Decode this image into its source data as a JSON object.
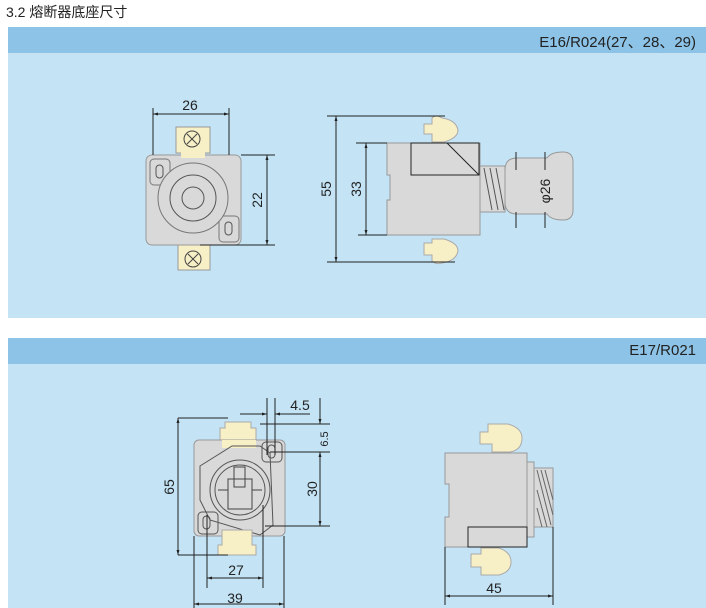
{
  "section_title": "3.2 熔断器底座尺寸",
  "colors": {
    "header_bar": "#8cc3e6",
    "panel": "#c4e4f6",
    "body": "#d9d9d9",
    "terminal": "#f7efc6"
  },
  "sections": [
    {
      "model": "E16/R024(27、28、29)",
      "dimensions": {
        "width": "26",
        "height": "22",
        "total_height": "55",
        "body_height": "33",
        "cap_diameter": "φ26"
      }
    },
    {
      "model": "E17/R021",
      "dimensions": {
        "total_height": "65",
        "offset": "4.5",
        "hole_offset": "6.5",
        "hole_spacing": "30",
        "inner_width": "27",
        "width": "39",
        "depth": "45"
      }
    }
  ]
}
